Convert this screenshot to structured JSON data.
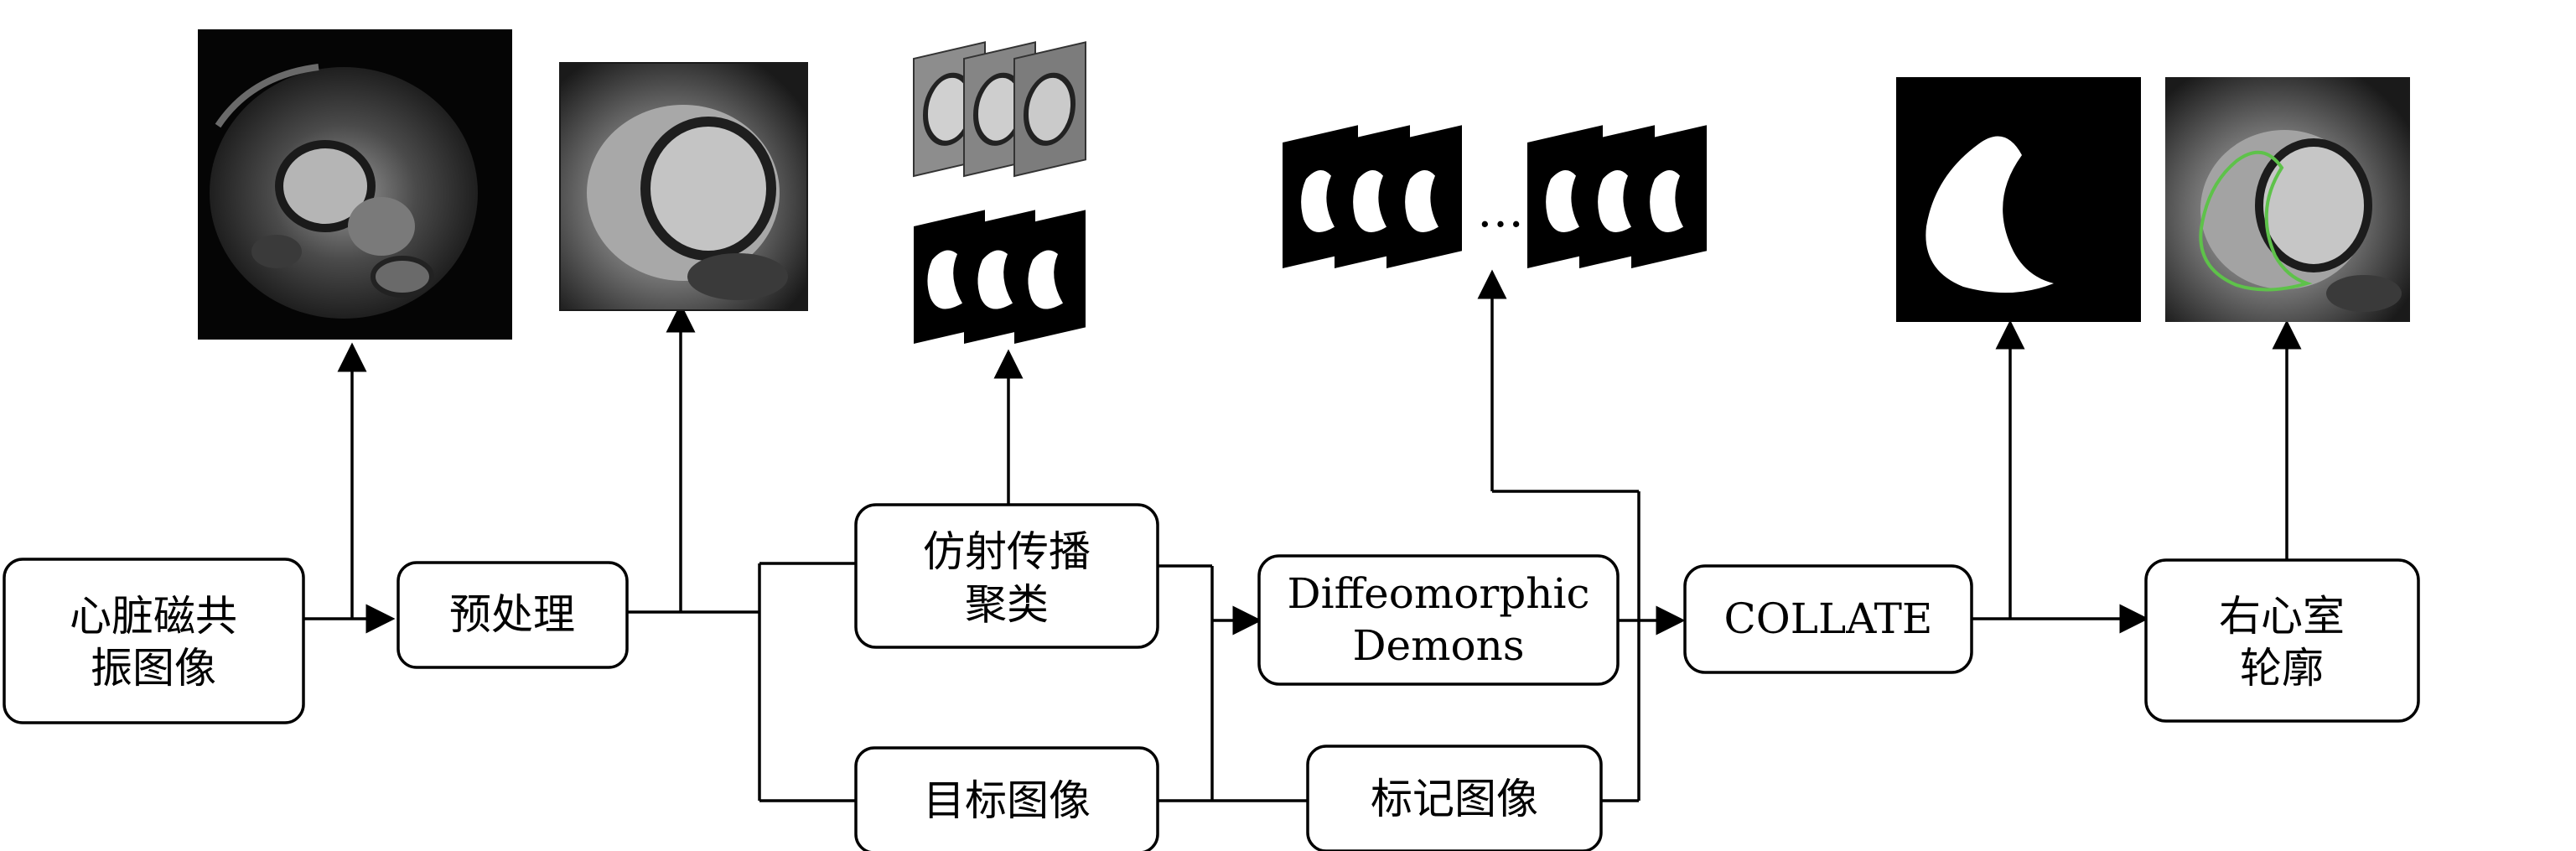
{
  "boxes": {
    "cardiac_mri": [
      "心脏磁共",
      "振图像"
    ],
    "preprocess": [
      "预处理"
    ],
    "ap_clustering": [
      "仿射传播",
      "聚类"
    ],
    "target_image": [
      "目标图像"
    ],
    "demons": [
      "Diffeomorphic",
      "Demons"
    ],
    "labeled_image": [
      "标记图像"
    ],
    "collate": [
      "COLLATE"
    ],
    "rv_contour": [
      "右心室",
      "轮廓"
    ]
  },
  "ellipsis": "…",
  "colors": {
    "line": "#000000",
    "box_border": "#000000",
    "contour": "#5ec24a",
    "mask_foreground": "#ffffff",
    "mask_background": "#000000"
  }
}
